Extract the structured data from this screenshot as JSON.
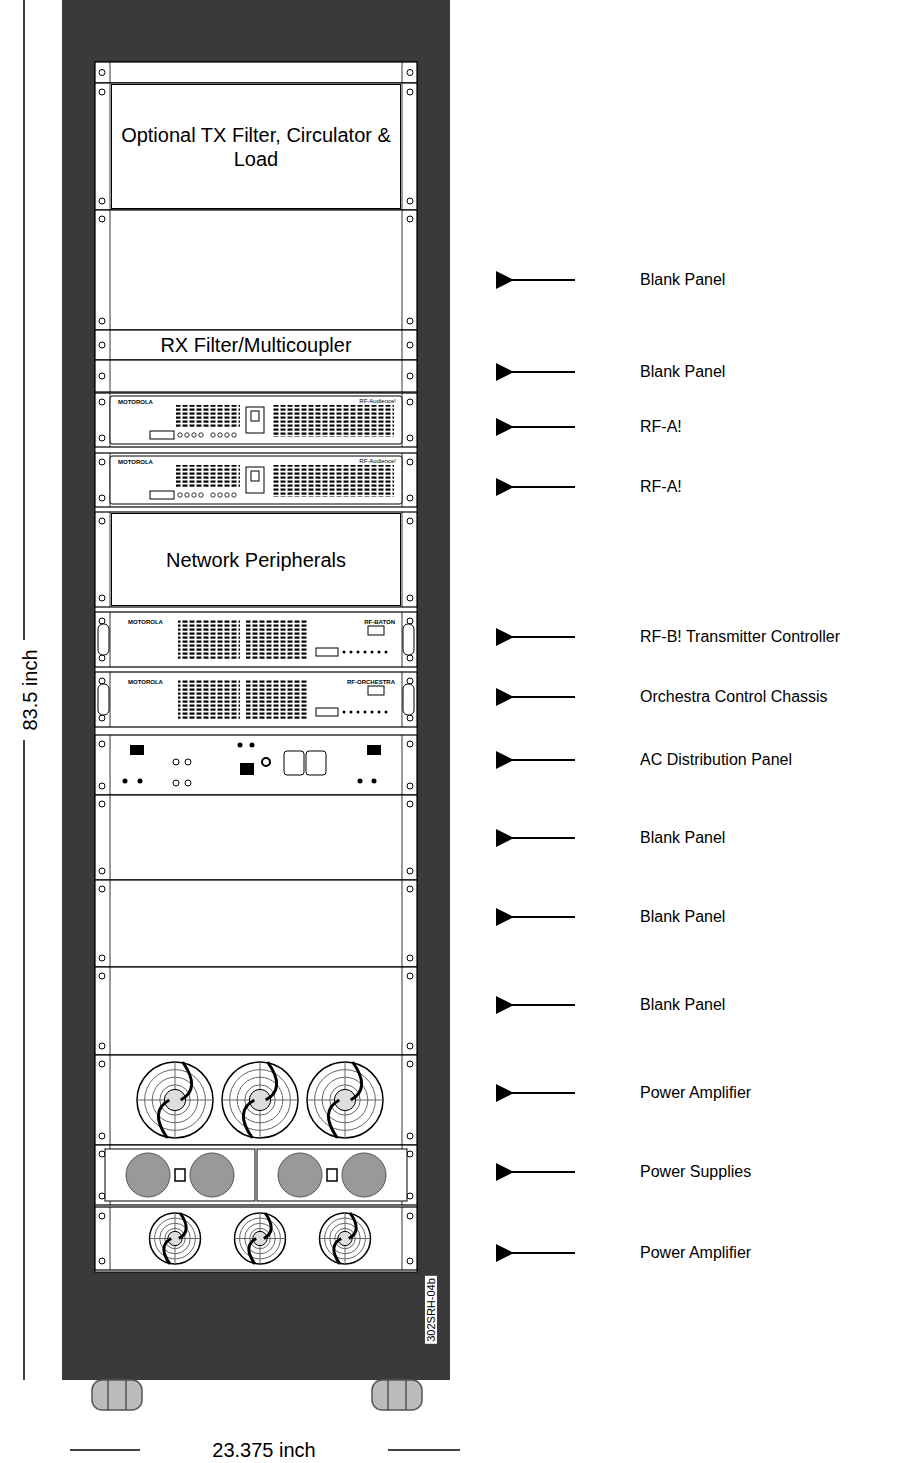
{
  "diagram": {
    "nodes": [
      {
        "text": [
          "Optional TX Filter, Circulator & Load"
        ]
      },
      {
        "text": [
          "RX Filter/Multicoupler"
        ]
      },
      {
        "text": [
          "Network Peripherals"
        ]
      }
    ],
    "labels": [
      "MOTOROLA",
      "RF-Audience!",
      "MOTOROLA",
      "RF-Audience!",
      "MOTOROLA",
      "RF-BATON",
      "MOTOROLA",
      "RF-ORCHESTRA",
      "Blank Panel",
      "Blank Panel",
      "RF-A!",
      "RF-A!",
      "RF-B! Transmitter Controller",
      "Orchestra Control Chassis",
      "AC Distribution Panel",
      "Blank Panel",
      "Blank Panel",
      "Blank Panel",
      "Power Amplifier",
      "Power Supplies",
      "Power Amplifier",
      "83.5 inch",
      "23.375 inch",
      "302SRH-04b"
    ]
  }
}
